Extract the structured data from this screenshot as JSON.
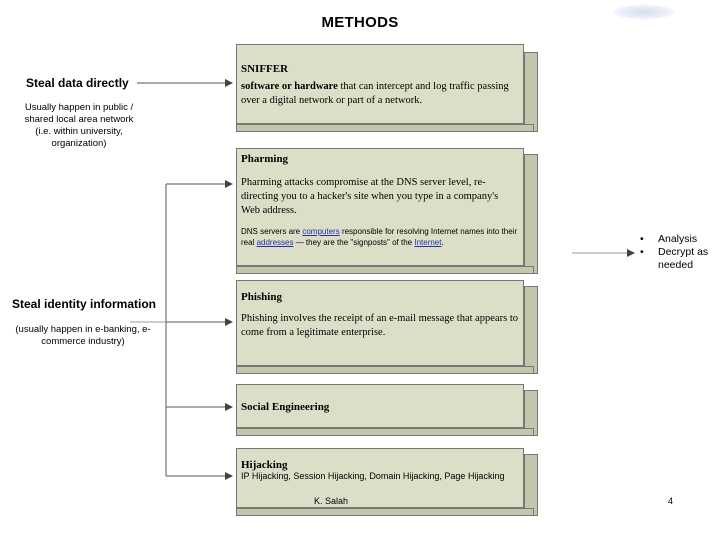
{
  "title": "METHODS",
  "left": {
    "steal_data": {
      "heading": "Steal data directly",
      "note": "Usually happen in public / shared local area network (i.e. within university, organization)"
    },
    "steal_identity": {
      "heading": "Steal identity information",
      "note": "(usually happen in e-banking, e-commerce industry)"
    }
  },
  "boxes": {
    "sniffer": {
      "heading": "SNIFFER",
      "lead": "software or hardware",
      "text": " that can intercept and log traffic passing over a digital network or part of a network."
    },
    "pharming": {
      "heading": "Pharming",
      "text": "Pharming attacks compromise at the DNS server level, re-directing you to a hacker's site when you type in a company's Web address.",
      "dns_1": "DNS servers are ",
      "dns_link_1": "computers",
      "dns_2": " responsible for resolving Internet names into their real ",
      "dns_link_2": "addresses",
      "dns_3": " — they are the \"signposts\" of the ",
      "dns_link_3": "Internet",
      "dns_4": "."
    },
    "phishing": {
      "heading": "Phishing",
      "text": "Phishing involves the receipt of an e-mail message that appears to come from a legitimate enterprise."
    },
    "social": {
      "heading": "Social Engineering"
    },
    "hijacking": {
      "heading": "Hijacking",
      "text": "IP Hijacking, Session Hijacking, Domain Hijacking, Page Hijacking"
    }
  },
  "right": {
    "bullets": [
      "Analysis",
      "Decrypt as needed"
    ]
  },
  "footer": {
    "author": "K. Salah",
    "page": "4"
  }
}
